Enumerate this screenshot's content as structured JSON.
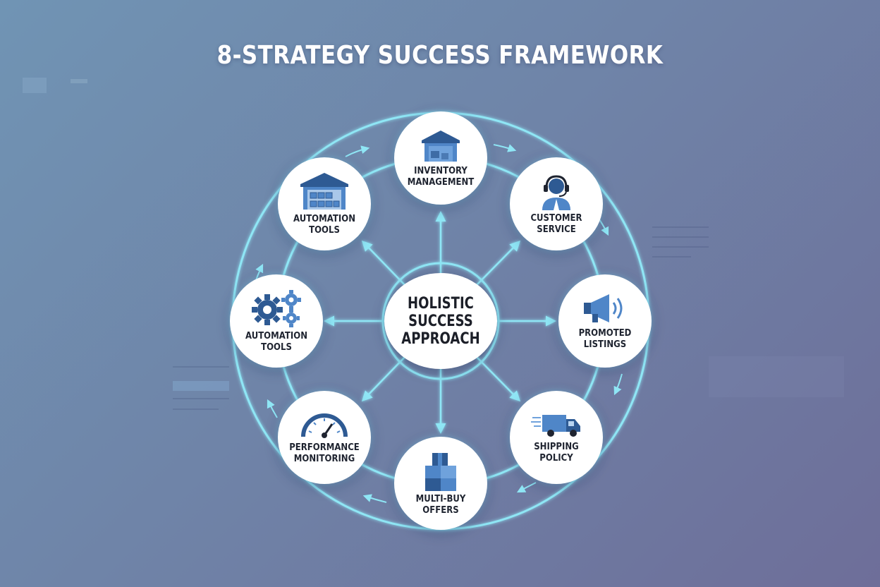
{
  "title": "8-STRATEGY SUCCESS FRAMEWORK",
  "center": {
    "label": "HOLISTIC\nSUCCESS\nAPPROACH"
  },
  "nodes": [
    {
      "id": "inventory",
      "label": "INVENTORY\nMANAGEMENT",
      "icon": "warehouse-icon"
    },
    {
      "id": "customer",
      "label": "CUSTOMER\nSERVICE",
      "icon": "headset-agent-icon"
    },
    {
      "id": "promoted",
      "label": "PROMOTED\nLISTINGS",
      "icon": "megaphone-icon"
    },
    {
      "id": "shipping",
      "label": "SHIPPING POLICY",
      "icon": "delivery-truck-icon"
    },
    {
      "id": "multibuy",
      "label": "MULTI-BUY OFFERS",
      "icon": "stacked-boxes-icon"
    },
    {
      "id": "performance",
      "label": "PERFORMANCE\nMONITORING",
      "icon": "speedometer-icon"
    },
    {
      "id": "automation-gears",
      "label": "AUTOMATION\nTOOLS",
      "icon": "gears-icon"
    },
    {
      "id": "automation-warehouse",
      "label": "AUTOMATION\nTOOLS",
      "icon": "warehouse-icon"
    }
  ],
  "colors": {
    "ring": "#8fe6f5",
    "icon_blue": "#4f86c8",
    "icon_dark": "#2e5a93",
    "background_start": "#7094b4",
    "background_end": "#6e6e99"
  }
}
